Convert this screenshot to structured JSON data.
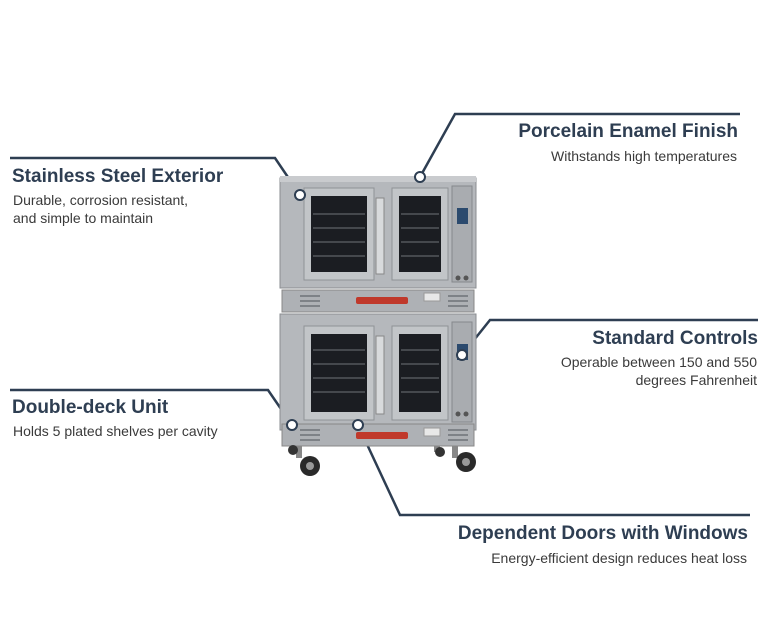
{
  "callouts": {
    "stainless": {
      "title": "Stainless Steel Exterior",
      "desc_line1": "Durable, corrosion resistant,",
      "desc_line2": "and simple to maintain"
    },
    "porcelain": {
      "title": "Porcelain Enamel Finish",
      "desc": "Withstands high temperatures"
    },
    "controls": {
      "title": "Standard Controls",
      "desc_line1": "Operable between 150 and 550",
      "desc_line2": "degrees Fahrenheit"
    },
    "doubledeck": {
      "title": "Double-deck Unit",
      "desc": "Holds 5 plated shelves per cavity"
    },
    "doors": {
      "title": "Dependent Doors with Windows",
      "desc": "Energy-efficient design reduces heat loss"
    }
  },
  "colors": {
    "line": "#2e3e52",
    "steel": "#b9bcbf",
    "steel_dark": "#8f9296",
    "window": "#1b1d22",
    "badge": "#c0392b"
  }
}
